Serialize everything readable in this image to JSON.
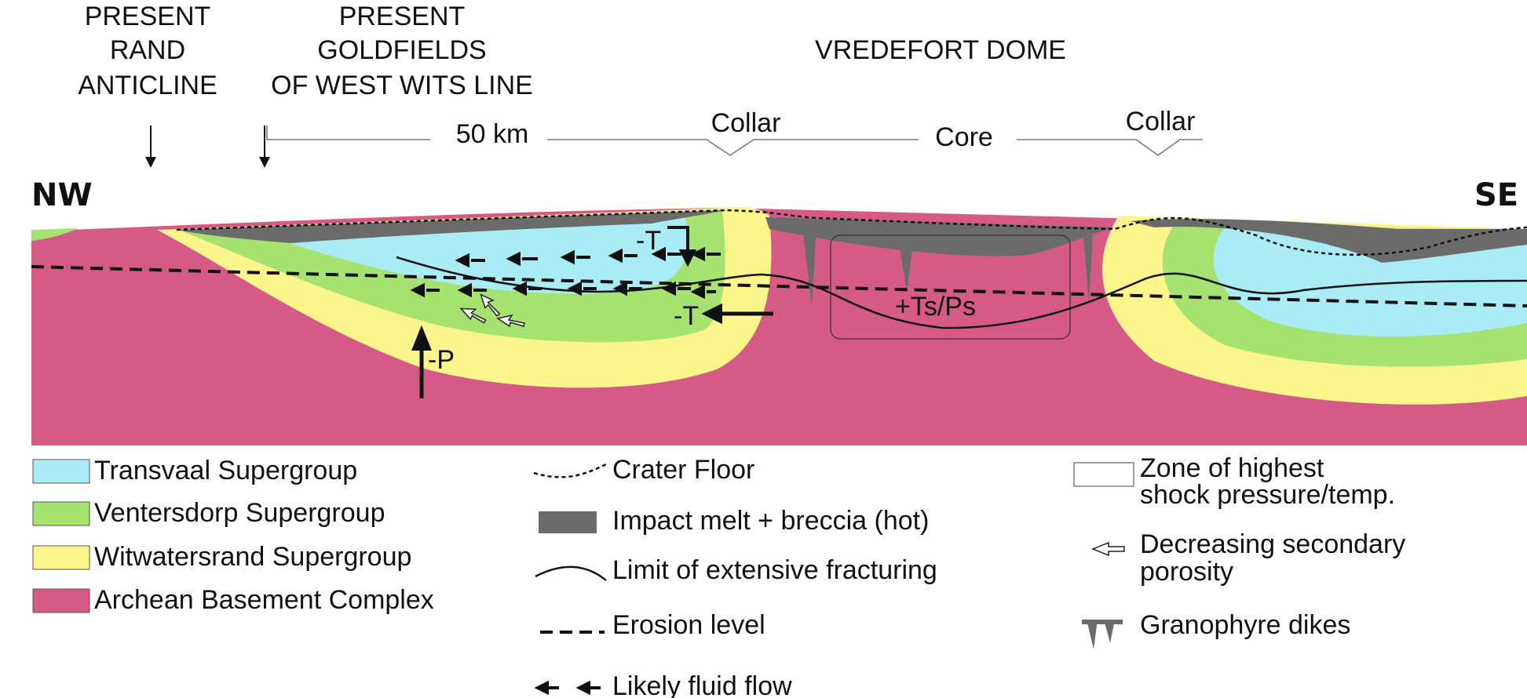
{
  "header": {
    "rand_line1": "PRESENT",
    "rand_line2": "RAND",
    "rand_line3": "ANTICLINE",
    "gold_line1": "PRESENT",
    "gold_line2": "GOLDFIELDS",
    "gold_line3": "OF WEST WITS LINE",
    "dome": "VREDEFORT DOME"
  },
  "scale": {
    "distance": "50 km",
    "collar_left": "Collar",
    "core": "Core",
    "collar_right": "Collar"
  },
  "directions": {
    "west": "NW",
    "east": "SE"
  },
  "annotations": {
    "minus_t_top": "-T",
    "minus_t_bottom": "-T",
    "minus_p": "-P",
    "ts_ps": "+Ts/Ps"
  },
  "legend": {
    "units": [
      {
        "label": "Transvaal Supergroup",
        "color": "#a9ecf5"
      },
      {
        "label": "Ventersdorp Supergroup",
        "color": "#a5e26f"
      },
      {
        "label": "Witwatersrand Supergroup",
        "color": "#fbf58b"
      },
      {
        "label": "Archean Basement Complex",
        "color": "#d65a86"
      }
    ],
    "crater_floor": "Crater Floor",
    "impact_melt": "Impact melt + breccia (hot)",
    "fracturing": "Limit of extensive fracturing",
    "erosion": "Erosion level",
    "fluid_flow": "Likely fluid flow",
    "zone_line1": "Zone of highest",
    "zone_line2": "shock pressure/temp.",
    "porosity_line1": "Decreasing secondary",
    "porosity_line2": "porosity",
    "dikes": "Granophyre dikes"
  },
  "colors": {
    "transvaal": "#a9ecf5",
    "ventersdorp": "#a5e26f",
    "witwatersrand": "#fbf58b",
    "basement": "#d65a86",
    "melt": "#6b6b6b"
  }
}
